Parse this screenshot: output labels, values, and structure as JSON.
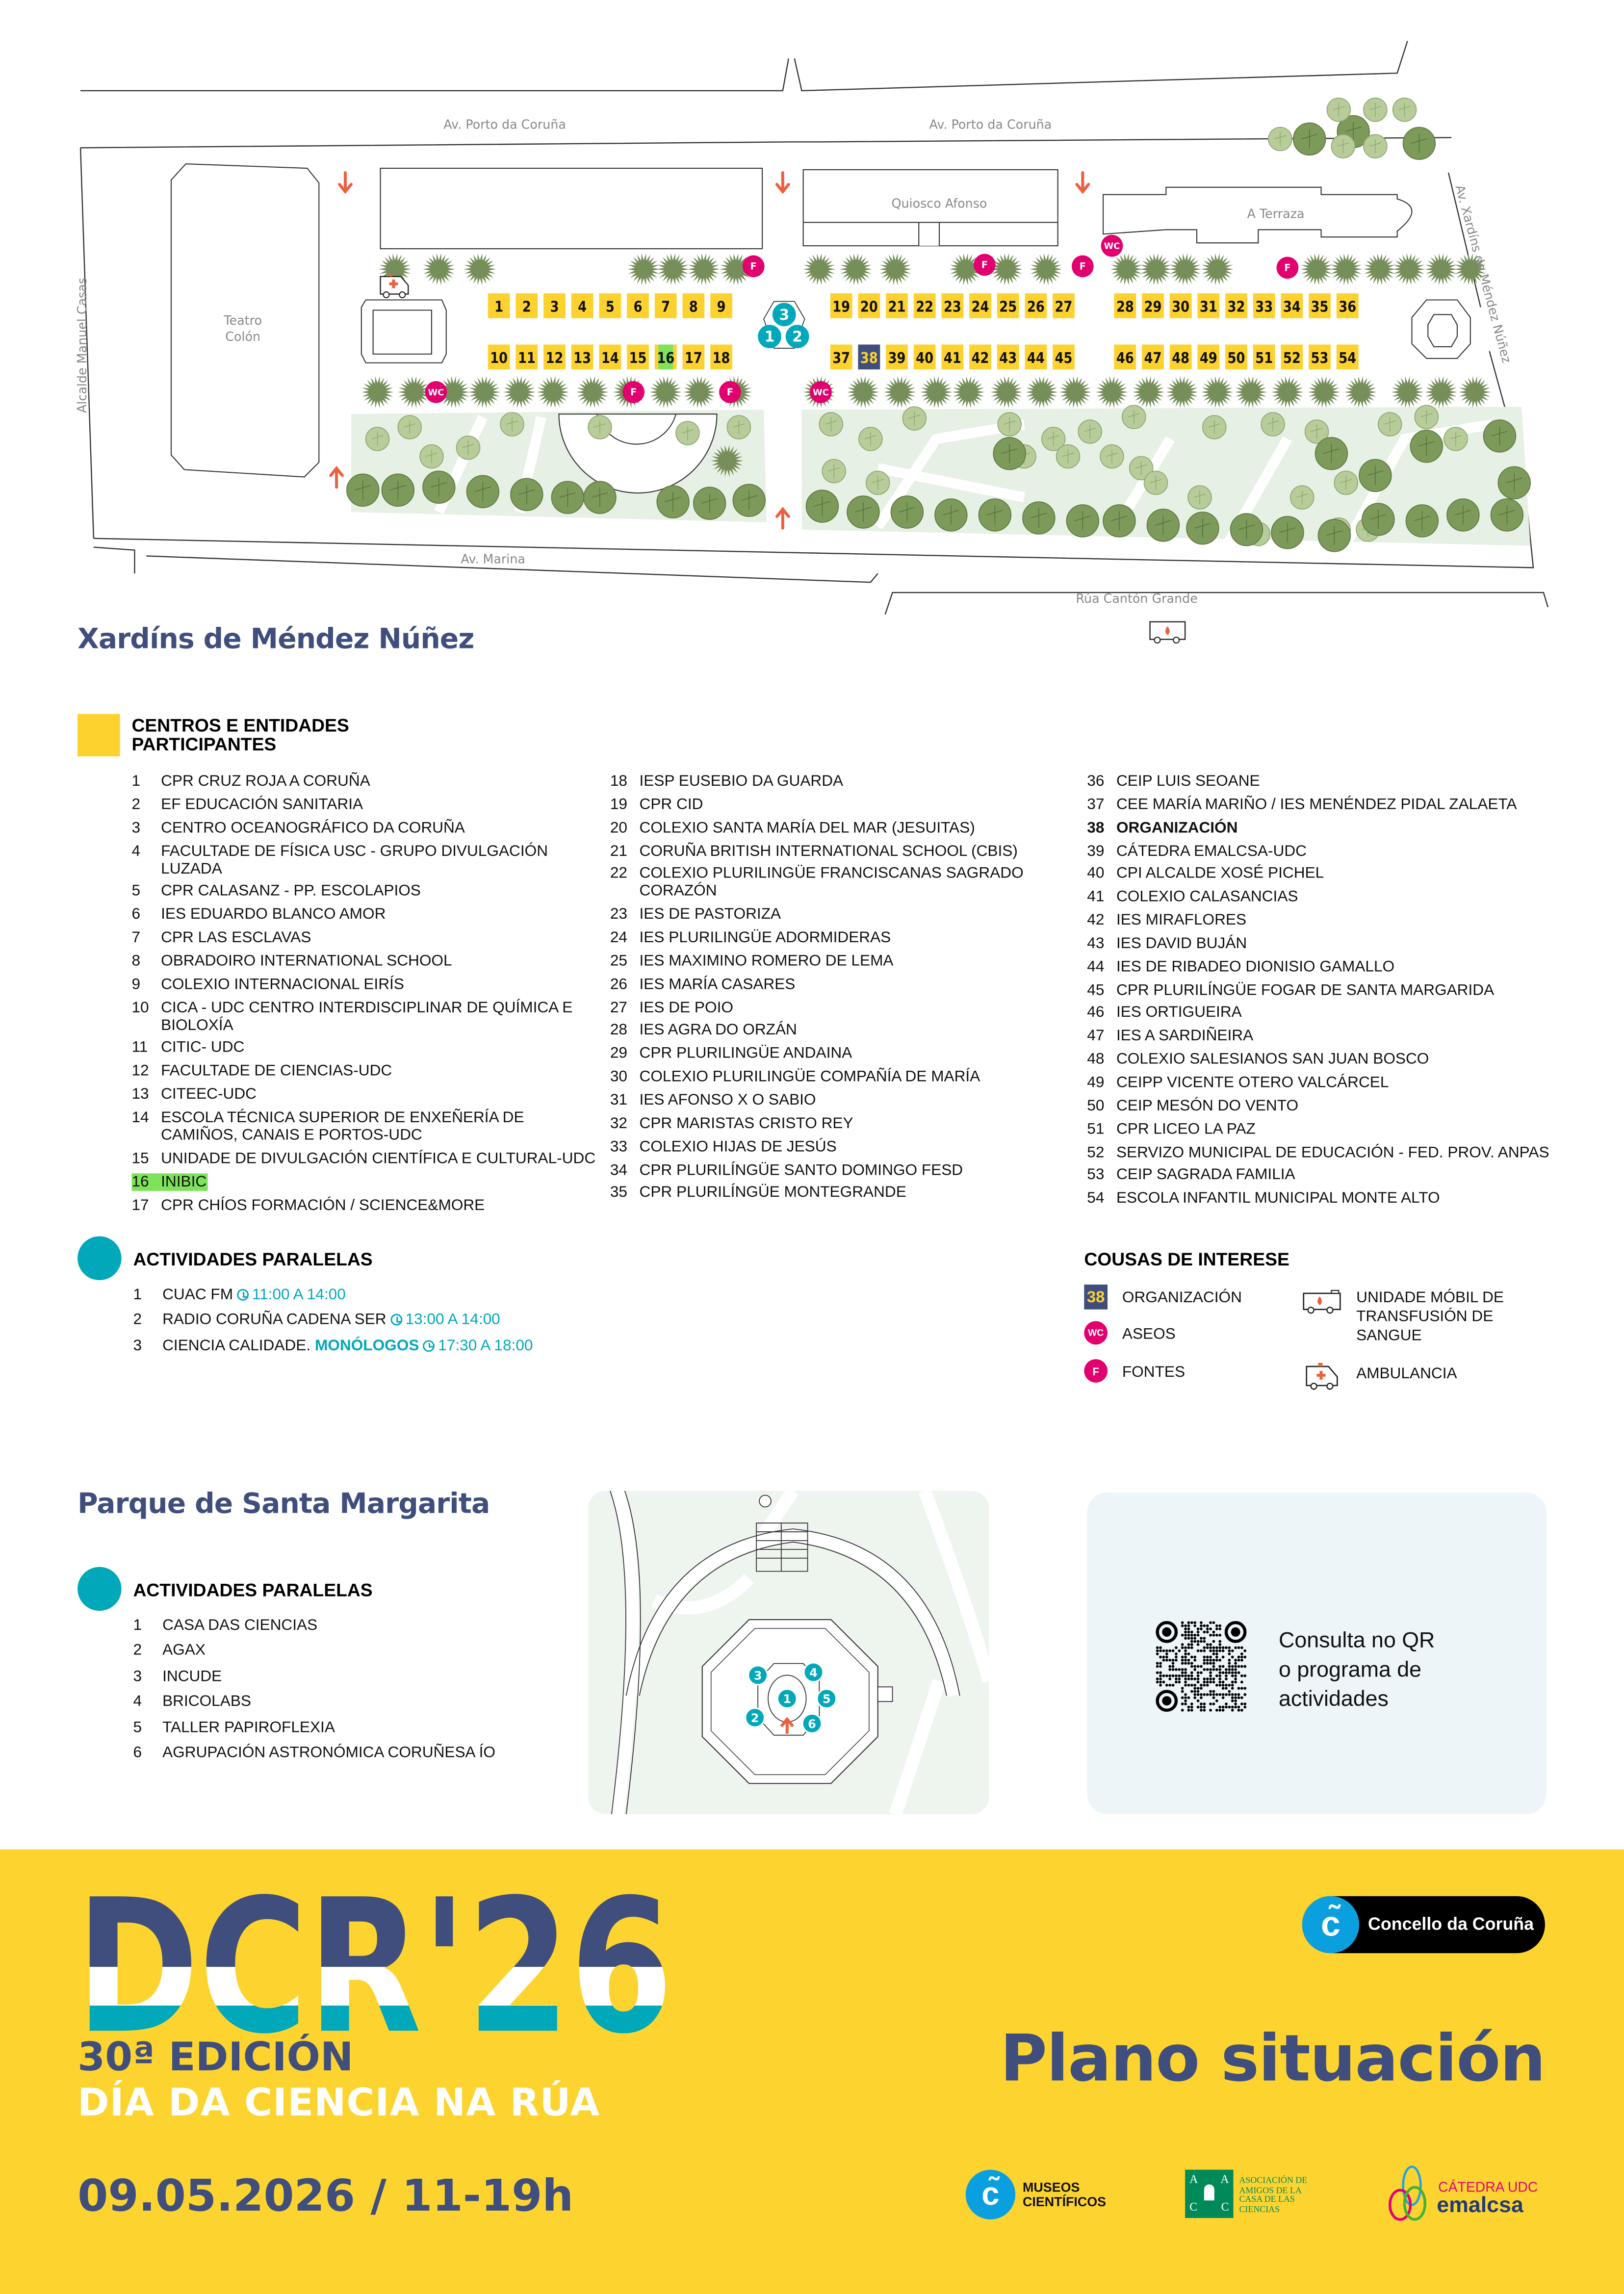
{
  "colors": {
    "booth": "#fdd22f",
    "organizer": "#3f4e7c",
    "highlight": "#7ee35a",
    "activity": "#00a8b9",
    "service": "#e2006f",
    "arrow": "#ec5f3f",
    "banner": "#fdd42f",
    "title": "#3f4e7c"
  },
  "map": {
    "streets": {
      "top_left": "Av. Porto da Coruña",
      "top_right": "Av. Porto da Coruña",
      "left": "Alcalde Manuel Casas",
      "right": "Av. Xardíns de Méndez Núñez",
      "bottom_left": "Av. Marina",
      "bottom_right": "Rúa Cantón Grande"
    },
    "buildings": {
      "teatro_line1": "Teatro",
      "teatro_line2": "Colón",
      "quiosco": "Quiosco Afonso",
      "terraza": "A Terraza"
    },
    "booths": {
      "row1_left": [
        "1",
        "2",
        "3",
        "4",
        "5",
        "6",
        "7",
        "8",
        "9"
      ],
      "row2_left": [
        "10",
        "11",
        "12",
        "13",
        "14",
        "15",
        "16",
        "17",
        "18"
      ],
      "row1_mid": [
        "19",
        "20",
        "21",
        "22",
        "23",
        "24",
        "25",
        "26",
        "27"
      ],
      "row1_right": [
        "28",
        "29",
        "30",
        "31",
        "32",
        "33",
        "34",
        "35",
        "36"
      ],
      "row2_mid": [
        "37",
        "38",
        "39",
        "40",
        "41",
        "42",
        "43",
        "44",
        "45"
      ],
      "row2_right": [
        "46",
        "47",
        "48",
        "49",
        "50",
        "51",
        "52",
        "53",
        "54"
      ],
      "highlighted": "16",
      "organizer": "38"
    },
    "activity_markers": [
      "1",
      "2",
      "3"
    ],
    "wc_label": "WC",
    "fonte_label": "F"
  },
  "xardins": {
    "title": "Xardíns de Méndez Núñez",
    "participants_heading_1": "CENTROS E ENTIDADES",
    "participants_heading_2": "PARTICIPANTES",
    "participants": [
      {
        "n": "1",
        "name": "CPR CRUZ ROJA A CORUÑA"
      },
      {
        "n": "2",
        "name": "EF EDUCACIÓN SANITARIA"
      },
      {
        "n": "3",
        "name": "CENTRO OCEANOGRÁFICO DA CORUÑA"
      },
      {
        "n": "4",
        "name": "FACULTADE DE FÍSICA USC - GRUPO DIVULGACIÓN LUZADA"
      },
      {
        "n": "5",
        "name": "CPR CALASANZ - PP. ESCOLAPIOS"
      },
      {
        "n": "6",
        "name": "IES EDUARDO BLANCO AMOR"
      },
      {
        "n": "7",
        "name": "CPR LAS ESCLAVAS"
      },
      {
        "n": "8",
        "name": "OBRADOIRO INTERNATIONAL SCHOOL"
      },
      {
        "n": "9",
        "name": "COLEXIO INTERNACIONAL EIRÍS"
      },
      {
        "n": "10",
        "name": "CICA - UDC CENTRO INTERDISCIPLINAR DE QUÍMICA E BIOLOXÍA"
      },
      {
        "n": "11",
        "name": "CITIC- UDC"
      },
      {
        "n": "12",
        "name": "FACULTADE DE CIENCIAS-UDC"
      },
      {
        "n": "13",
        "name": "CITEEC-UDC"
      },
      {
        "n": "14",
        "name": "ESCOLA TÉCNICA SUPERIOR DE ENXEÑERÍA DE CAMIÑOS, CANAIS E PORTOS-UDC"
      },
      {
        "n": "15",
        "name": "UNIDADE DE DIVULGACIÓN CIENTÍFICA E CULTURAL-UDC"
      },
      {
        "n": "16",
        "name": "INIBIC"
      },
      {
        "n": "17",
        "name": "CPR CHÍOS FORMACIÓN /  SCIENCE&MORE"
      },
      {
        "n": "18",
        "name": "IESP EUSEBIO DA GUARDA"
      },
      {
        "n": "19",
        "name": "CPR CID"
      },
      {
        "n": "20",
        "name": "COLEXIO SANTA MARÍA DEL MAR (JESUITAS)"
      },
      {
        "n": "21",
        "name": "CORUÑA BRITISH INTERNATIONAL SCHOOL (CBIS)"
      },
      {
        "n": "22",
        "name": "COLEXIO PLURILINGÜE FRANCISCANAS SAGRADO CORAZÓN"
      },
      {
        "n": "23",
        "name": "IES DE PASTORIZA"
      },
      {
        "n": "24",
        "name": "IES PLURILINGÜE ADORMIDERAS"
      },
      {
        "n": "25",
        "name": "IES MAXIMINO ROMERO DE LEMA"
      },
      {
        "n": "26",
        "name": "IES MARÍA CASARES"
      },
      {
        "n": "27",
        "name": "IES DE POIO"
      },
      {
        "n": "28",
        "name": "IES AGRA DO ORZÁN"
      },
      {
        "n": "29",
        "name": "CPR PLURILINGÜE ANDAINA"
      },
      {
        "n": "30",
        "name": "COLEXIO PLURILINGÜE COMPAÑÍA DE MARÍA"
      },
      {
        "n": "31",
        "name": "IES AFONSO X O SABIO"
      },
      {
        "n": "32",
        "name": "CPR MARISTAS CRISTO REY"
      },
      {
        "n": "33",
        "name": "COLEXIO HIJAS DE JESÚS"
      },
      {
        "n": "34",
        "name": "CPR PLURILÍNGÜE SANTO DOMINGO FESD"
      },
      {
        "n": "35",
        "name": "CPR PLURILÍNGÜE MONTEGRANDE"
      },
      {
        "n": "36",
        "name": "CEIP LUIS SEOANE"
      },
      {
        "n": "37",
        "name": "CEE MARÍA MARIÑO / IES MENÉNDEZ PIDAL ZALAETA"
      },
      {
        "n": "38",
        "name": "ORGANIZACIÓN"
      },
      {
        "n": "39",
        "name": "CÁTEDRA EMALCSA-UDC"
      },
      {
        "n": "40",
        "name": "CPI ALCALDE XOSÉ PICHEL"
      },
      {
        "n": "41",
        "name": "COLEXIO CALASANCIAS"
      },
      {
        "n": "42",
        "name": "IES MIRAFLORES"
      },
      {
        "n": "43",
        "name": "IES DAVID BUJÁN"
      },
      {
        "n": "44",
        "name": "IES DE RIBADEO DIONISIO GAMALLO"
      },
      {
        "n": "45",
        "name": "CPR PLURILÍNGÜE FOGAR DE SANTA MARGARIDA"
      },
      {
        "n": "46",
        "name": "IES ORTIGUEIRA"
      },
      {
        "n": "47",
        "name": "IES A SARDIÑEIRA"
      },
      {
        "n": "48",
        "name": "COLEXIO SALESIANOS SAN JUAN BOSCO"
      },
      {
        "n": "49",
        "name": "CEIPP VICENTE OTERO VALCÁRCEL"
      },
      {
        "n": "50",
        "name": "CEIP MESÓN DO VENTO"
      },
      {
        "n": "51",
        "name": "CPR LICEO LA PAZ"
      },
      {
        "n": "52",
        "name": "SERVIZO MUNICIPAL DE EDUCACIÓN - FED. PROV. ANPAS"
      },
      {
        "n": "53",
        "name": "CEIP SAGRADA FAMILIA"
      },
      {
        "n": "54",
        "name": "ESCOLA INFANTIL MUNICIPAL MONTE ALTO"
      }
    ],
    "activities_heading": "ACTIVIDADES PARALELAS",
    "activities": [
      {
        "n": "1",
        "name": "CUAC FM",
        "highlight": "",
        "time": "11:00 A 14:00"
      },
      {
        "n": "2",
        "name": "RADIO CORUÑA CADENA SER",
        "highlight": "",
        "time": "13:00 A 14:00"
      },
      {
        "n": "3",
        "name": "CIENCIA CALIDADE.",
        "highlight": "MONÓLOGOS",
        "time": "17:30 A 18:00"
      }
    ],
    "interest_heading": "COUSAS DE INTERESE",
    "interest": {
      "organizer_badge": "38",
      "organizer": "ORGANIZACIÓN",
      "wc_badge": "WC",
      "wc": "ASEOS",
      "fonte_badge": "F",
      "fonte": "FONTES",
      "blood_1": "UNIDADE MÓBIL DE",
      "blood_2": "TRANSFUSIÓN DE",
      "blood_3": "SANGUE",
      "ambulance": "AMBULANCIA"
    }
  },
  "santa_margarita": {
    "title": "Parque de Santa Margarita",
    "activities_heading": "ACTIVIDADES PARALELAS",
    "activities": [
      {
        "n": "1",
        "name": "CASA DAS CIENCIAS"
      },
      {
        "n": "2",
        "name": "AGAX"
      },
      {
        "n": "3",
        "name": "INCUDE"
      },
      {
        "n": "4",
        "name": "BRICOLABS"
      },
      {
        "n": "5",
        "name": "TALLER PAPIROFLEXIA"
      },
      {
        "n": "6",
        "name": "AGRUPACIÓN ASTRONÓMICA CORUÑESA ÍO"
      }
    ],
    "markers": [
      "1",
      "2",
      "3",
      "4",
      "5",
      "6"
    ]
  },
  "qr": {
    "line1": "Consulta no QR",
    "line2": "o programa de",
    "line3": "actividades"
  },
  "banner": {
    "logo": "DCR'26",
    "edition": "30ª EDICIÓN",
    "event": "DÍA DA CIENCIA NA RÚA",
    "date": "09.05.2026 / 11-19h",
    "plan_title": "Plano situación",
    "concello": "Concello da Coruña",
    "museos_1": "MUSEOS",
    "museos_2": "CIENTÍFICOS",
    "aacc_1": "ASOCIACIÓN DE",
    "aacc_2": "AMIGOS DE LA",
    "aacc_3": "CASA DE LAS",
    "aacc_4": "CIENCIAS",
    "catedra_1": "CÁTEDRA UDC",
    "catedra_2": "emalcsa"
  }
}
